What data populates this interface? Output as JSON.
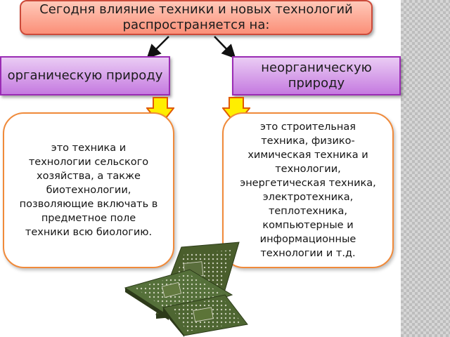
{
  "title": "Сегодня влияние техники и новых технологий\nраспространяется на:",
  "categories": [
    {
      "label": "органическую природу",
      "description": "это техника и\nтехнологии сельского\nхозяйства, а также\nбиотехнологии,\nпозволяющие включать в\nпредметное поле\nтехники всю биологию."
    },
    {
      "label": "неорганическую\nприроду",
      "description": "это строительная\nтехника, физико-\nхимическая техника и\nтехнологии,\nэнергетическая техника,\nэлектротехника,\nтеплотехника,\nкомпьютерные и\nинформационные\nтехнологии и т.д."
    }
  ],
  "colors": {
    "title_fill": "#fb8f78",
    "category_fill": "#c57ae0",
    "description_border": "#f08a3a",
    "down_arrow": "#ffee00"
  },
  "illustration": "microchip-boards-image"
}
